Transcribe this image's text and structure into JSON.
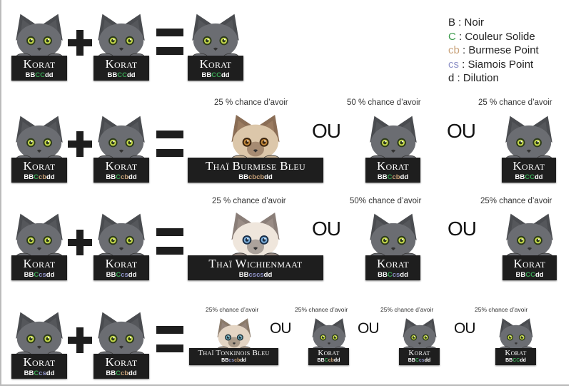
{
  "legend": [
    {
      "code": "B",
      "text": " : Noir",
      "color": "#222222"
    },
    {
      "code": "C",
      "text": " : Couleur Solide",
      "color": "#3a9a4a"
    },
    {
      "code": "cb",
      "text": " : Burmese Point",
      "color": "#c9a27a"
    },
    {
      "code": "cs",
      "text": " : Siamois Point",
      "color": "#8f93c8"
    },
    {
      "code": "d",
      "text": " : Dilution",
      "color": "#222222"
    }
  ],
  "allele_colors": {
    "BB": "#ffffff",
    "C": "#3aa655",
    "cb": "#c9a37a",
    "cs": "#8f93c8",
    "dd": "#ffffff"
  },
  "symbols": {
    "or": "OU"
  },
  "rows": [
    {
      "parents": [
        {
          "name": "Korat",
          "genotype": [
            "BB",
            "C",
            "C",
            "dd"
          ],
          "coat": "grey"
        },
        {
          "name": "Korat",
          "genotype": [
            "BB",
            "C",
            "C",
            "dd"
          ],
          "coat": "grey"
        }
      ],
      "results": [
        {
          "caption": "",
          "name": "Korat",
          "genotype": [
            "BB",
            "C",
            "C",
            "dd"
          ],
          "coat": "grey"
        }
      ]
    },
    {
      "parents": [
        {
          "name": "Korat",
          "genotype": [
            "BB",
            "C",
            "cb",
            "dd"
          ],
          "coat": "grey"
        },
        {
          "name": "Korat",
          "genotype": [
            "BB",
            "C",
            "cb",
            "dd"
          ],
          "coat": "grey"
        }
      ],
      "results": [
        {
          "caption": "25 % chance d’avoir",
          "name": "Thaï Burmese Bleu",
          "genotype": [
            "BB",
            "cb",
            "cb",
            "dd"
          ],
          "coat": "burmese"
        },
        {
          "caption": "50 % chance d’avoir",
          "name": "Korat",
          "genotype": [
            "BB",
            "C",
            "cb",
            "dd"
          ],
          "coat": "grey"
        },
        {
          "caption": "25 % chance d’avoir",
          "name": "Korat",
          "genotype": [
            "BB",
            "C",
            "C",
            "dd"
          ],
          "coat": "grey"
        }
      ]
    },
    {
      "parents": [
        {
          "name": "Korat",
          "genotype": [
            "BB",
            "C",
            "cs",
            "dd"
          ],
          "coat": "grey"
        },
        {
          "name": "Korat",
          "genotype": [
            "BB",
            "C",
            "cs",
            "dd"
          ],
          "coat": "grey"
        }
      ],
      "results": [
        {
          "caption": "25 % chance d’avoir",
          "name": "Thaï Wichienmaat",
          "genotype": [
            "BB",
            "cs",
            "cs",
            "dd"
          ],
          "coat": "siamese"
        },
        {
          "caption": "50% chance  d’avoir",
          "name": "Korat",
          "genotype": [
            "BB",
            "C",
            "cs",
            "dd"
          ],
          "coat": "grey"
        },
        {
          "caption": "25% chance  d’avoir",
          "name": "Korat",
          "genotype": [
            "BB",
            "C",
            "C",
            "dd"
          ],
          "coat": "grey"
        }
      ]
    },
    {
      "parents": [
        {
          "name": "Korat",
          "genotype": [
            "BB",
            "C",
            "cs",
            "dd"
          ],
          "coat": "grey"
        },
        {
          "name": "Korat",
          "genotype": [
            "BB",
            "C",
            "cb",
            "dd"
          ],
          "coat": "grey"
        }
      ],
      "results": [
        {
          "caption": "25% chance d’avoir",
          "name": "Thaï Tonkinois Bleu",
          "genotype": [
            "BB",
            "cs",
            "cb",
            "dd"
          ],
          "coat": "tonkinese"
        },
        {
          "caption": "25% chance d’avoir",
          "name": "Korat",
          "genotype": [
            "BB",
            "C",
            "cb",
            "dd"
          ],
          "coat": "grey"
        },
        {
          "caption": "25% chance d’avoir",
          "name": "Korat",
          "genotype": [
            "BB",
            "C",
            "cs",
            "dd"
          ],
          "coat": "grey"
        },
        {
          "caption": "25% chance d’avoir",
          "name": "Korat",
          "genotype": [
            "BB",
            "C",
            "C",
            "dd"
          ],
          "coat": "grey"
        }
      ]
    }
  ]
}
